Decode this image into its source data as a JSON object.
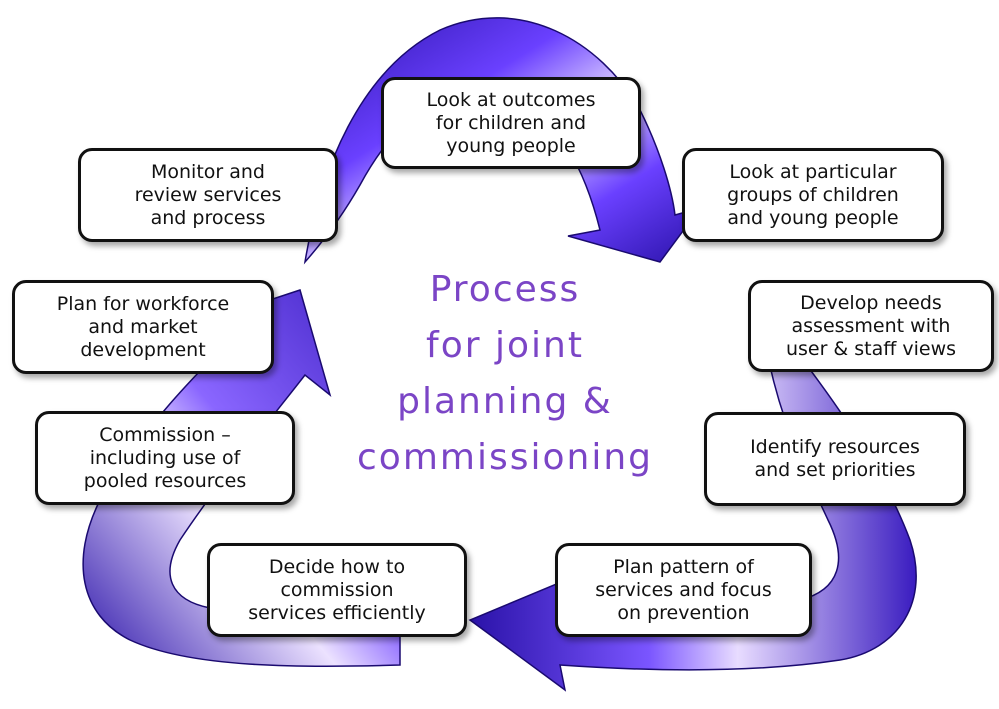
{
  "title": "Process\nfor joint\nplanning &\ncommissioning",
  "colors": {
    "arrow_dark": "#2a12a8",
    "arrow_mid": "#6a40ff",
    "arrow_light": "#e2d6ff",
    "title": "#7b45c6",
    "box_border": "#111111"
  },
  "steps": [
    {
      "label": "Look at outcomes\nfor children and\nyoung people"
    },
    {
      "label": "Look at particular\ngroups of children\nand young people"
    },
    {
      "label": "Develop needs\nassessment with\nuser & staff views"
    },
    {
      "label": "Identify resources\nand set priorities"
    },
    {
      "label": "Plan pattern of\nservices and focus\non prevention"
    },
    {
      "label": "Decide how to\ncommission\nservices efficiently"
    },
    {
      "label": "Commission –\nincluding use of\npooled resources"
    },
    {
      "label": "Plan for workforce\nand market\ndevelopment"
    },
    {
      "label": "Monitor and\nreview services\nand process"
    }
  ]
}
